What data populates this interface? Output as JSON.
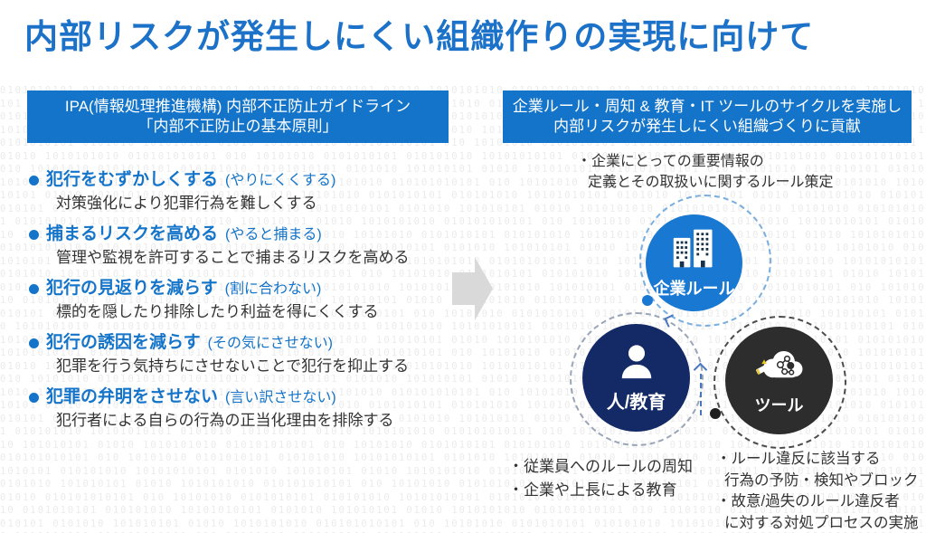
{
  "title": "内部リスクが発生しにくい組織作りの実現に向けて",
  "background": {
    "binary_pattern": "0101010101 010101010 10101010101 0101010 101010101 01010 1010101010 010101010101 010 10101010"
  },
  "left_panel": {
    "header": {
      "line1": "IPA(情報処理推進機構) 内部不正防止ガイドライン",
      "line2": "「内部不正防止の基本原則」"
    },
    "items": [
      {
        "title": "犯行をむずかしくする",
        "note": "(やりにくくする)",
        "desc": "対策強化により犯罪行為を難しくする"
      },
      {
        "title": "捕まるリスクを高める",
        "note": "(やると捕まる)",
        "desc": "管理や監視を許可することで捕まるリスクを高める"
      },
      {
        "title": "犯行の見返りを減らす",
        "note": "(割に合わない)",
        "desc": "標的を隠したり排除したり利益を得にくくする"
      },
      {
        "title": "犯行の誘因を減らす",
        "note": "(その気にさせない)",
        "desc": "犯罪を行う気持ちにさせないことで犯行を抑止する"
      },
      {
        "title": "犯罪の弁明をさせない",
        "note": "(言い訳させない)",
        "desc": "犯行者による自らの行為の正当化理由を排除する"
      }
    ]
  },
  "right_panel": {
    "header": {
      "line1": "企業ルール・周知 & 教育・IT ツールのサイクルを実施し",
      "line2": "内部リスクが発生しにくい組織づくりに貢献"
    },
    "note_top": {
      "line1": "・企業にとっての重要情報の",
      "line2": "定義とその取扱いに関するルール策定"
    },
    "circles": {
      "rule": {
        "label": "企業ルール"
      },
      "people": {
        "label": "人/教育"
      },
      "tool": {
        "label": "ツール"
      }
    },
    "note_people": {
      "line1": "・従業員へのルールの周知",
      "line2": "・企業や上長による教育"
    },
    "note_tool": {
      "line1": "・ルール違反に該当する",
      "line2": "行為の予防・検知やブロック",
      "line3": "・故意/過失のルール違反者",
      "line4": "に対する対処プロセスの実施"
    }
  },
  "colors": {
    "title_blue": "#1c72c8",
    "accent_blue": "#1474c9",
    "circle_blue": "#1878d2",
    "circle_navy": "#132a66",
    "circle_dark": "#2d2d2d",
    "arrow_gray": "#d9d9d9",
    "text_dark": "#333333"
  }
}
